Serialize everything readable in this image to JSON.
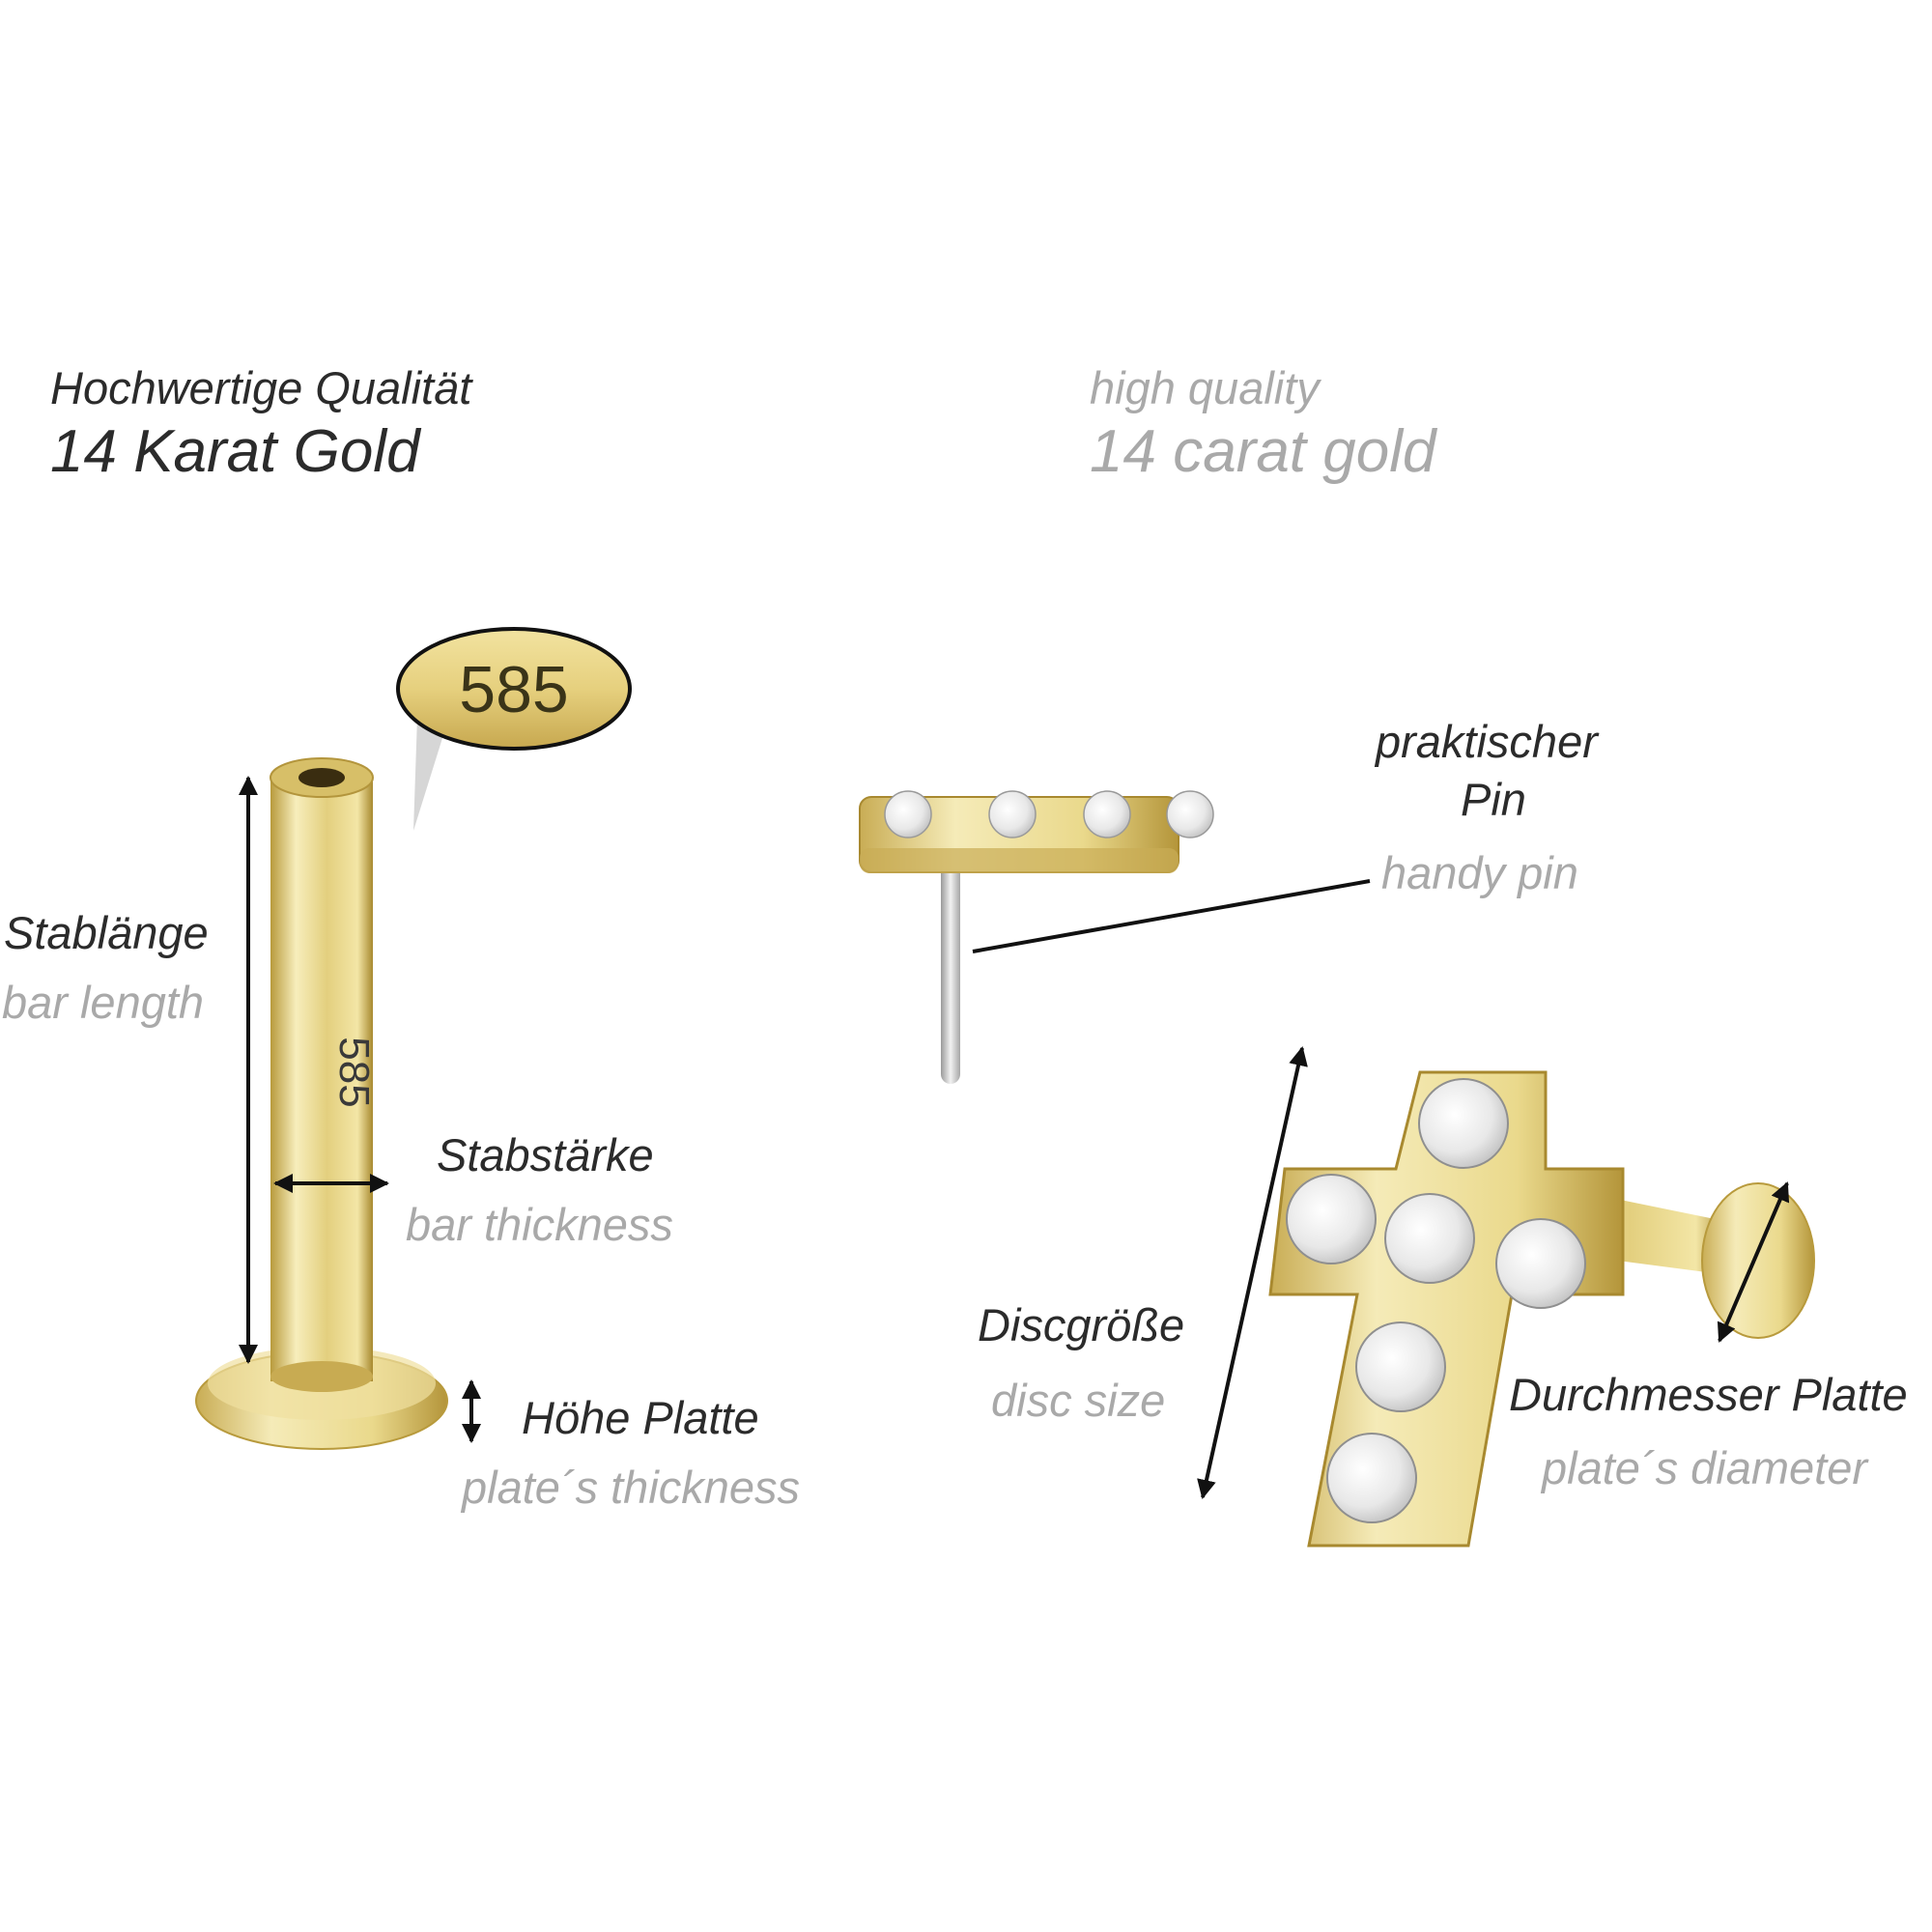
{
  "header": {
    "de_line1": "Hochwertige Qualität",
    "de_line2": "14 Karat Gold",
    "en_line1": "high quality",
    "en_line2": "14 carat gold"
  },
  "stamp": "585",
  "labels": {
    "bar_length_de": "Stablänge",
    "bar_length_en": "bar length",
    "bar_thickness_de": "Stabstärke",
    "bar_thickness_en": "bar thickness",
    "plate_thickness_de": "Höhe Platte",
    "plate_thickness_en": "plate´s thickness",
    "pin_de_line1": "praktischer",
    "pin_de_line2": "Pin",
    "pin_en": "handy pin",
    "disc_size_de": "Discgröße",
    "disc_size_en": "disc size",
    "plate_diameter_de": "Durchmesser Platte",
    "plate_diameter_en": "plate´s diameter"
  },
  "colors": {
    "gold": "#e3cf7e",
    "gold_dark": "#b89a3c",
    "gold_light": "#f7eebc",
    "silver": "#d4d4d4",
    "text_de": "#2b2b2b",
    "text_en": "#a9a9a9"
  }
}
